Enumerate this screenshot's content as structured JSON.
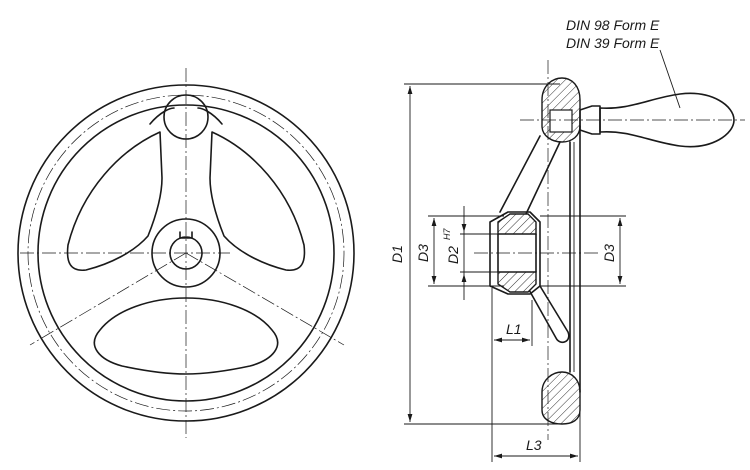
{
  "notes": {
    "line1": "DIN 98 Form E",
    "line2": "DIN 39 Form E"
  },
  "dimensions": {
    "d1": "D1",
    "d3_left": "D3",
    "d2": "D2",
    "d2_tol": "H7",
    "d3_right": "D3",
    "l1": "L1",
    "l3": "L3"
  }
}
